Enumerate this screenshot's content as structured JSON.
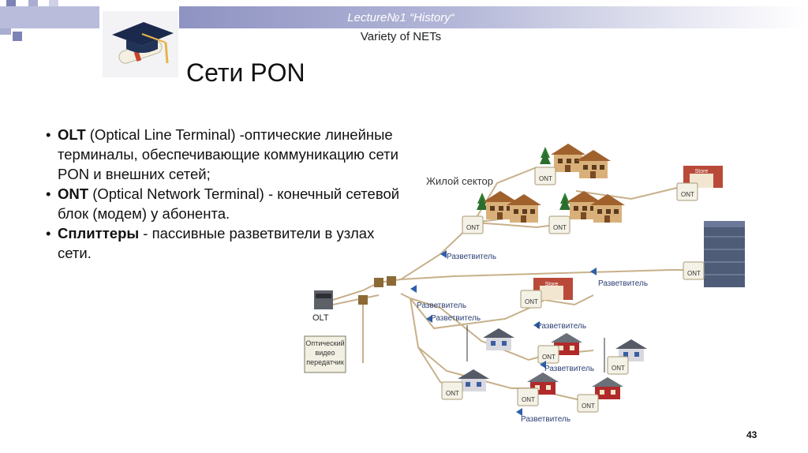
{
  "header": {
    "line1": "Lecture№1 “History“",
    "line2": "Variety of NETs"
  },
  "title": "Сети PON",
  "bullets": [
    {
      "bold": "OLT",
      "text": " (Optical Line Terminal) -оптические линейные терминалы, обеспечивающие коммуникацию сети PON и внешних сетей;"
    },
    {
      "bold": "ONT",
      "text": " (Optical Network Terminal) - конечный сетевой блок (модем) у абонента."
    },
    {
      "bold": "Сплиттеры",
      "text": " - пассивные разветвители в узлах сети."
    }
  ],
  "diagram": {
    "residential_label": "Жилой сектор",
    "olt_label": "OLT",
    "video_label": [
      "Оптический",
      "видео",
      "передатчик"
    ],
    "ont_label": "ONT",
    "splitter_label": "Разветвитель",
    "store_label": "Store"
  },
  "page_number": "43",
  "colors": {
    "header_band": "#8e93c2",
    "accent_squares": "#7d83b5",
    "fiber": "#c7b08a",
    "splitter": "#2f5fa8"
  }
}
